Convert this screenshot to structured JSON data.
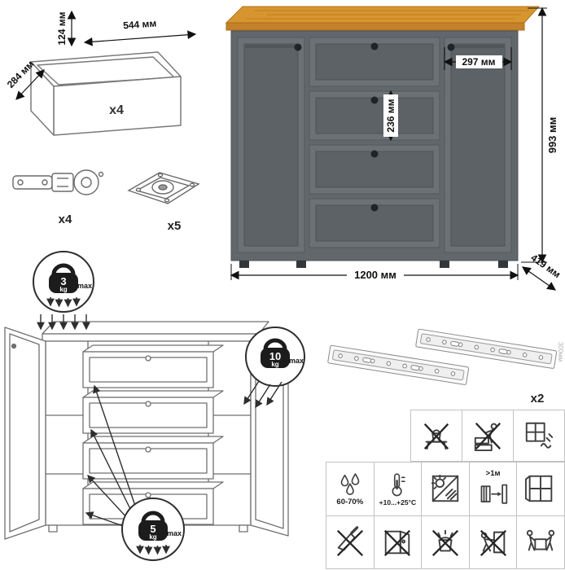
{
  "parts": {
    "drawer_box": {
      "height_label": "124 мм",
      "width_label": "544 мм",
      "depth_label": "284 мм",
      "count_label": "x4"
    },
    "hinge": {
      "count_label": "x4"
    },
    "mount_plate": {
      "count_label": "x5"
    },
    "slides": {
      "count_label": "x2",
      "length_label": "300мм"
    }
  },
  "product": {
    "width_label": "1200 мм",
    "height_label": "993 мм",
    "depth_label": "419 мм",
    "door_width_label": "297 мм",
    "drawer_front_height_label": "236 мм",
    "colors": {
      "body": "#61676b",
      "front": "#6b7175",
      "panel": "#5c6266",
      "top": "#d7952f",
      "top_edge": "#c5812a",
      "knob": "#212427"
    }
  },
  "load_limits": {
    "top_surface": {
      "value": "3",
      "unit": "kg",
      "suffix": "max"
    },
    "shelf": {
      "value": "10",
      "unit": "kg",
      "suffix": "max"
    },
    "drawer": {
      "value": "5",
      "unit": "kg",
      "suffix": "max"
    }
  },
  "care": {
    "row1": [
      {
        "name": "no-standing-on-furniture-icon",
        "label": ""
      },
      {
        "name": "no-climbing-drawers-icon",
        "label": ""
      },
      {
        "name": "damp-cloth-cleaning-icon",
        "label": ""
      }
    ],
    "row2": [
      {
        "name": "humidity-icon",
        "label": "60-70%"
      },
      {
        "name": "temperature-icon",
        "label": "+10...+25°C"
      },
      {
        "name": "avoid-sunlight-icon",
        "label": ""
      },
      {
        "name": "heat-distance-icon",
        "label": ">1м"
      },
      {
        "name": "ventilation-icon",
        "label": ""
      }
    ],
    "row3": [
      {
        "name": "no-sharp-objects-icon",
        "label": ""
      },
      {
        "name": "no-load-on-doors-icon",
        "label": ""
      },
      {
        "name": "no-wet-cleaning-icon",
        "label": ""
      },
      {
        "name": "no-dragging-icon",
        "label": ""
      },
      {
        "name": "two-person-lift-icon",
        "label": ""
      }
    ]
  }
}
